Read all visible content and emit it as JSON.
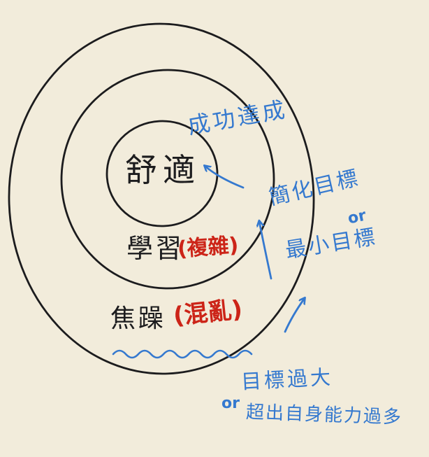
{
  "palette": {
    "background": "#f2ecdb",
    "ink": "#1c1c1e",
    "red": "#cc2418",
    "blue": "#3579cf"
  },
  "diagram": {
    "type": "concentric-zones-hand-drawn",
    "zones": {
      "inner": {
        "label": "舒適"
      },
      "middle": {
        "label": "學習",
        "note": "(複雜)"
      },
      "outer": {
        "label": "焦躁",
        "note": "(混亂)"
      }
    },
    "annotations": {
      "success": "成功達成",
      "simplify_goal": "簡化目標",
      "or_right": "or",
      "min_goal": "最小目標",
      "goal_too_big": "目標過大",
      "or_bottom": "or",
      "exceed_ability": "超出自身能力過多"
    }
  }
}
